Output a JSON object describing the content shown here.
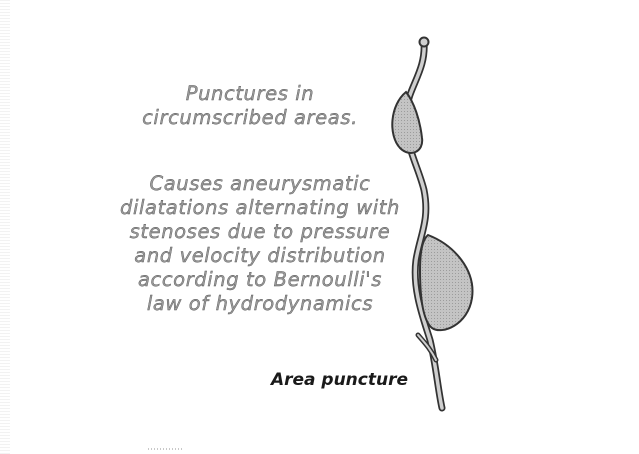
{
  "diagram": {
    "caption_top": [
      "Punctures in",
      "circumscribed areas."
    ],
    "caption_main": [
      "Causes aneurysmatic",
      "dilatations alternating with",
      "stenoses due to pressure",
      "and velocity distribution",
      "according to Bernoulli's",
      "law of hydrodynamics"
    ],
    "area_label": "Area puncture"
  },
  "colors": {
    "vessel_fill": "#bdbdbd",
    "vessel_outline": "#333333",
    "text_fill": "#9a9a9a",
    "text_outline": "#555555",
    "label_text": "#1a1a1a"
  }
}
